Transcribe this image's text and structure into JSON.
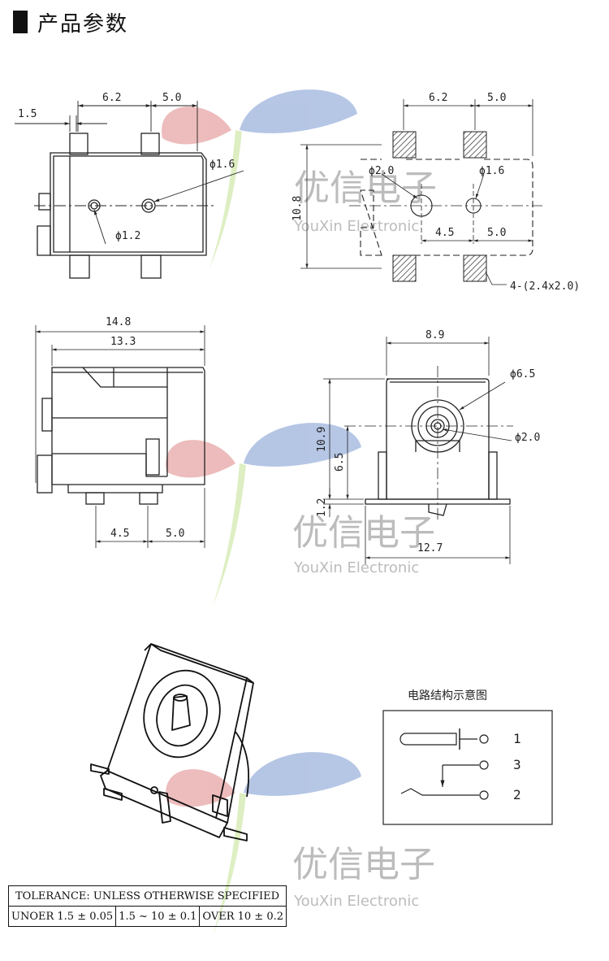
{
  "header": {
    "title": "产品参数"
  },
  "watermark": {
    "cn": "优信电子",
    "en": "YouXin Electronic"
  },
  "top_left_view": {
    "dims": [
      "1.5",
      "6.2",
      "5.0",
      "ϕ1.6",
      "ϕ1.2"
    ]
  },
  "top_right_view": {
    "dims": [
      "6.2",
      "5.0",
      "ϕ2.0",
      "ϕ1.6",
      "10.8",
      "4.5",
      "5.0",
      "4-(2.4x2.0)"
    ]
  },
  "side_view": {
    "dims": [
      "14.8",
      "13.3",
      "4.5",
      "5.0"
    ]
  },
  "front_view": {
    "dims": [
      "8.9",
      "ϕ6.5",
      "ϕ2.0",
      "10.9",
      "6.5",
      "1.2",
      "12.7"
    ]
  },
  "circuit": {
    "title": "电路结构示意图",
    "pins": [
      "1",
      "3",
      "2"
    ]
  },
  "tolerance": {
    "header": "TOLERANCE: UNLESS OTHERWISE SPECIFIED",
    "cells": [
      "UNOER 1.5 ± 0.05",
      "1.5 ~ 10 ± 0.1",
      "OVER 10 ± 0.2"
    ]
  },
  "colors": {
    "line": "#222222",
    "hatch": "#555555",
    "watermark_red": "#e8a0a0",
    "watermark_blue": "#8fa8d8",
    "watermark_green": "#c8e6a0"
  }
}
